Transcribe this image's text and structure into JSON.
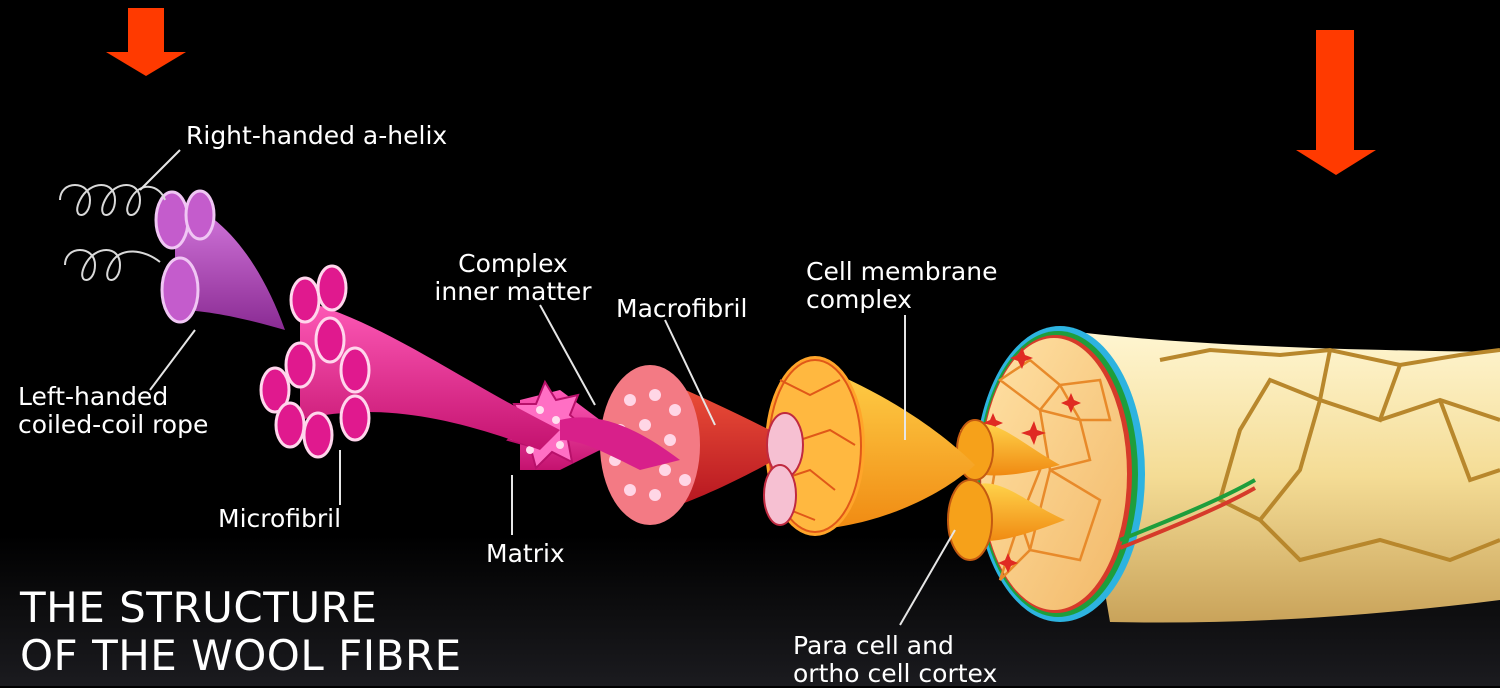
{
  "labels": {
    "alpha_helix": "Right-handed a-helix",
    "rope_line1": "Left-handed",
    "rope_line2": "coiled-coil rope",
    "microfibril": "Microfibril",
    "complex_line1": "Complex",
    "complex_line2": "inner matter",
    "matrix": "Matrix",
    "macrofibril": "Macrofibril",
    "cell_membrane_line1": "Cell membrane",
    "cell_membrane_line2": "complex",
    "cortex_line1": "Para cell and",
    "cortex_line2": "ortho cell cortex"
  },
  "title": {
    "line1": "THE STRUCTURE",
    "line2": "OF THE WOOL FIBRE"
  },
  "colors": {
    "background": "#000000",
    "arrow": "#ff3a00",
    "helix": "#b44cc0",
    "microfibril": "#e0198e",
    "macrofibril": "#e3262b",
    "cell": "#f6a11a",
    "fibre": "#f3dfa0"
  },
  "icons": [
    "down-arrow-icon",
    "down-arrow-icon"
  ]
}
